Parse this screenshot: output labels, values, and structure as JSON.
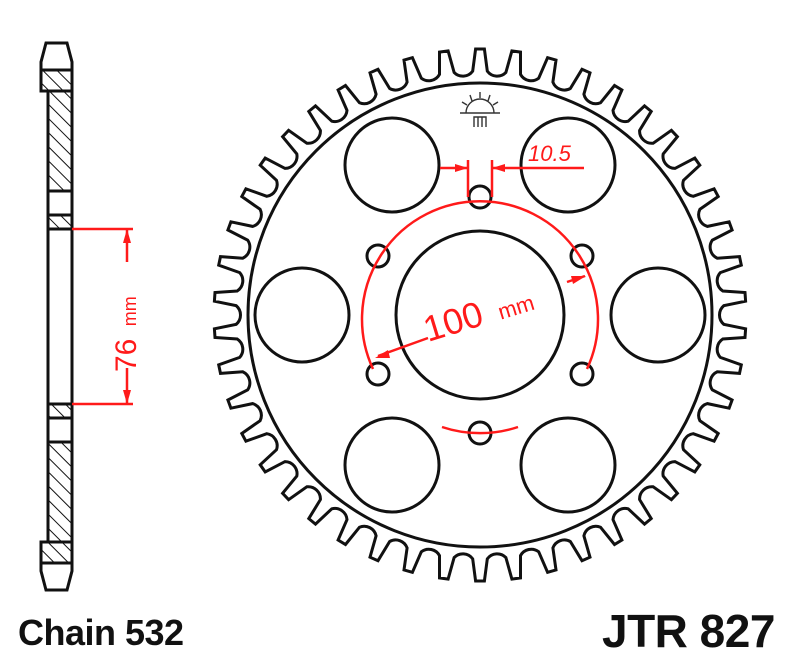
{
  "diagram": {
    "type": "rear sprocket technical drawing",
    "part_number": "JTR 827",
    "chain_label": "Chain 532",
    "teeth_count_drawn": 46,
    "dimensions": {
      "bolt_hole_diameter": "10.5",
      "pitch_circle_diameter_value": "100",
      "pitch_circle_diameter_unit": "mm",
      "center_bore_value": "76",
      "center_bore_unit": "mm"
    },
    "colors": {
      "outline": "#111111",
      "dimension": "#ff1a1a",
      "background": "#ffffff"
    },
    "icons": [
      "sun-logo-icon"
    ]
  }
}
